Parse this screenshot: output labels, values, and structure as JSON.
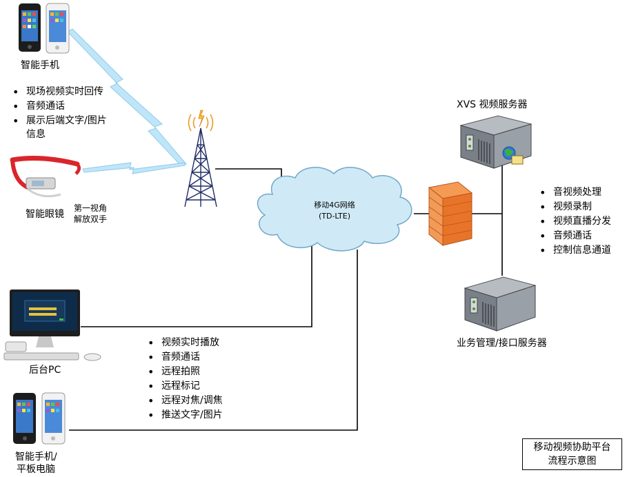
{
  "devices": {
    "smartphone_top": "智能手机",
    "glasses": "智能眼镜",
    "glasses_note_line1": "第一视角",
    "glasses_note_line2": "解放双手",
    "pc": "后台PC",
    "mobile_bottom_line1": "智能手机/",
    "mobile_bottom_line2": "平板电脑",
    "xvs_server": "XVS 视频服务器",
    "biz_server": "业务管理/接口服务器"
  },
  "network": {
    "cloud_line1": "移动4G网络",
    "cloud_line2": "(TD-LTE)"
  },
  "phone_features": [
    "现场视频实时回传",
    "音频通话",
    "展示后端文字/图片",
    "信息"
  ],
  "server_features": [
    "音视频处理",
    "视频录制",
    "视频直播分发",
    "音频通话",
    "控制信息通道"
  ],
  "pc_features": [
    "视频实时播放",
    "音频通话",
    "远程拍照",
    "远程标记",
    "远程对焦/调焦",
    "推送文字/图片"
  ],
  "caption": {
    "line1": "移动视频协助平台",
    "line2": "流程示意图"
  },
  "colors": {
    "lightning": "#9fd4ee",
    "cloud_fill": "#cfeaf6",
    "cloud_stroke": "#6fa7c8",
    "firewall": "#f07a2a",
    "tower": "#24306b",
    "server_body": "#7d848c"
  }
}
